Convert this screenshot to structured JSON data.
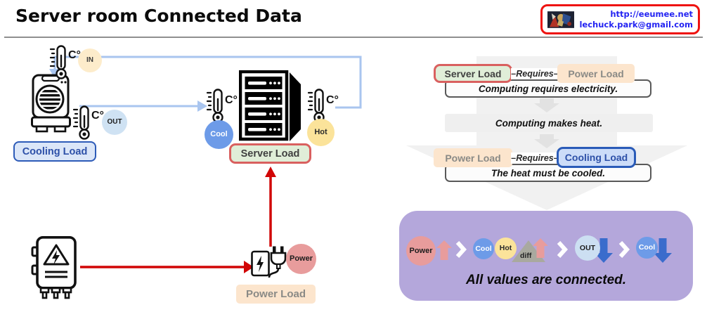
{
  "header": {
    "title": "Server room Connected Data",
    "badge": {
      "url": "http://eeumee.net",
      "email": "lechuck.park@gmail.com"
    }
  },
  "left_diagram": {
    "thermo_unit": "C°",
    "sensor_in": "IN",
    "sensor_out": "OUT",
    "sensor_cool": "Cool",
    "sensor_hot": "Hot",
    "sensor_power": "Power",
    "cooling_load_label": "Cooling Load",
    "server_load_label": "Server  Load",
    "power_load_label": "Power Load"
  },
  "flow_panel": {
    "row1": {
      "left": "Server  Load",
      "relation": "–Requires–",
      "right": "Power Load",
      "statement": "Computing requires electricity."
    },
    "middle_statement": "Computing makes heat.",
    "row2": {
      "left": "Power Load",
      "relation": "–Requires–",
      "right": "Cooling Load",
      "statement": "The heat must be cooled."
    }
  },
  "summary_box": {
    "power": "Power",
    "cool1": "Cool",
    "hot": "Hot",
    "diff": "diff",
    "out": "OUT",
    "cool2": "Cool",
    "caption": "All values are connected."
  },
  "colors": {
    "connector_blue": "#a9c5ef",
    "connector_red": "#d10505",
    "purple_panel": "#b4a7db",
    "cooling_accent": "#2d5bb8",
    "server_accent": "#d9605f",
    "peach": "#fce5cd",
    "cool_circle": "#6d9be8",
    "hot_circle": "#fbe39a",
    "power_circle": "#e89c9c",
    "out_circle": "#cfe2f3",
    "in_circle": "#fdeccb"
  }
}
